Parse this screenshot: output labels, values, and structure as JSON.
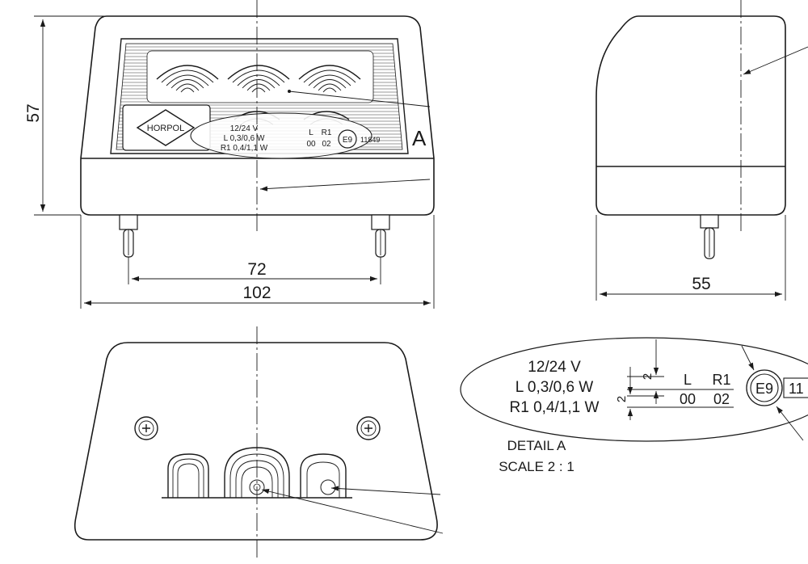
{
  "dimensions": {
    "height": "57",
    "pin_spacing": "72",
    "overall_width": "102",
    "depth": "55"
  },
  "product_marking": {
    "brand": "HORPOL",
    "voltage": "12/24 V",
    "l_power": "L 0,3/0,6 W",
    "r1_power": "R1 0,4/1,1 W",
    "func_l": "L",
    "func_r1": "R1",
    "code_l": "00",
    "code_r1": "02",
    "approval_mark": "E9",
    "approval_number": "11849",
    "detail_ref": "A"
  },
  "detail_a": {
    "voltage": "12/24 V",
    "l_power": "L 0,3/0,6 W",
    "r1_power": "R1 0,4/1,1 W",
    "func_l": "L",
    "func_r1": "R1",
    "code_l": "00",
    "code_r1": "02",
    "approval_mark": "E9",
    "approval_number_partial": "11",
    "text_height_1": "2",
    "text_height_2": "2",
    "title": "DETAIL A",
    "scale": "SCALE 2 : 1"
  }
}
